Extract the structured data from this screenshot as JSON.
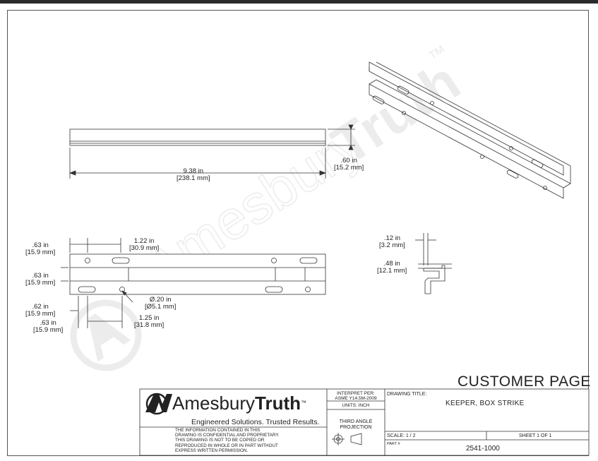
{
  "watermark": {
    "brand_light": "Amesbury",
    "brand_bold": "Truth",
    "tm": "™"
  },
  "dims": {
    "length": {
      "in": "9.38 in",
      "mm": "[238.1 mm]"
    },
    "height": {
      "in": ".60 in",
      "mm": "[15.2 mm]"
    },
    "edge_a": {
      "in": ".63 in",
      "mm": "[15.9 mm]"
    },
    "slot_pitch": {
      "in": "1.22 in",
      "mm": "[30.9 mm]"
    },
    "edge_b": {
      "in": ".63 in",
      "mm": "[15.9 mm]"
    },
    "slot_w": {
      "in": ".62 in",
      "mm": "[15.9 mm]"
    },
    "slot_x": {
      "in": ".63 in",
      "mm": "[15.9 mm]"
    },
    "hole_pitch": {
      "in": "1.25 in",
      "mm": "[31.8 mm]"
    },
    "hole_dia": {
      "in": "Ø.20 in",
      "mm": "[Ø5.1 mm]"
    },
    "thickness": {
      "in": ".12 in",
      "mm": "[3.2 mm]"
    },
    "flange": {
      "in": ".48 in",
      "mm": "[12.1 mm]"
    }
  },
  "customer_page": "CUSTOMER PAGE",
  "title_block": {
    "logo_light": "Amesbury",
    "logo_bold": "Truth",
    "logo_tm": "™",
    "tagline": "Engineered Solutions. Trusted Results.",
    "confidential": [
      "THE INFORMATION CONTAINED IN THIS",
      "DRAWING IS CONFIDENTIAL AND PROPRIETARY.",
      "THIS DRAWING IS NOT TO BE COPIED OR",
      "REPRODUCED IN WHOLE OR IN PART WITHOUT",
      "EXPRESS WRITTEN PERMISSION."
    ],
    "interpret_label": "INTERPRET PER:",
    "interpret_std": "ASME Y14.5M-2009",
    "units": "UNITS: INCH",
    "projection": [
      "THIRD ANGLE",
      "PROJECTION"
    ],
    "drawing_title_label": "DRAWING TITLE:",
    "drawing_title": "KEEPER, BOX STRIKE",
    "scale": "SCALE: 1 / 2",
    "sheet": "SHEET 1 OF 1",
    "part_label": "PART #",
    "part_number": "2541-1000"
  }
}
